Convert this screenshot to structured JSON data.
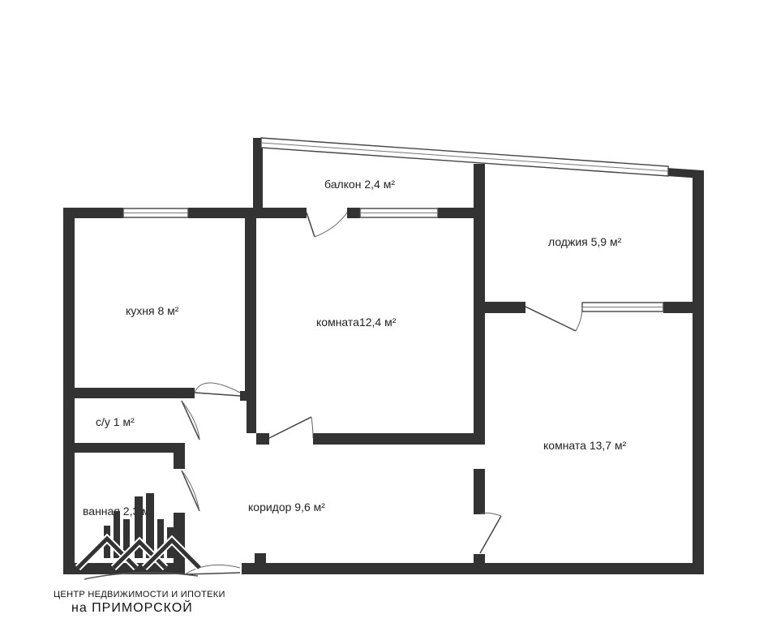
{
  "rooms": {
    "balcony": "балкон 2,4 м²",
    "loggia": "лоджия 5,9 м²",
    "kitchen": "кухня 8 м²",
    "room1": "комната12,4 м²",
    "wc": "с/у 1 м²",
    "room2": "комната 13,7 м²",
    "bathroom": "ванная 2,3 м²",
    "corridor": "коридор 9,6 м²"
  },
  "logo": {
    "line1": "ЦЕНТР НЕДВИЖИМОСТИ И ИПОТЕКИ",
    "line2": "на ПРИМОРСКОЙ"
  },
  "colors": {
    "wall": "#333333",
    "background": "#ffffff"
  }
}
